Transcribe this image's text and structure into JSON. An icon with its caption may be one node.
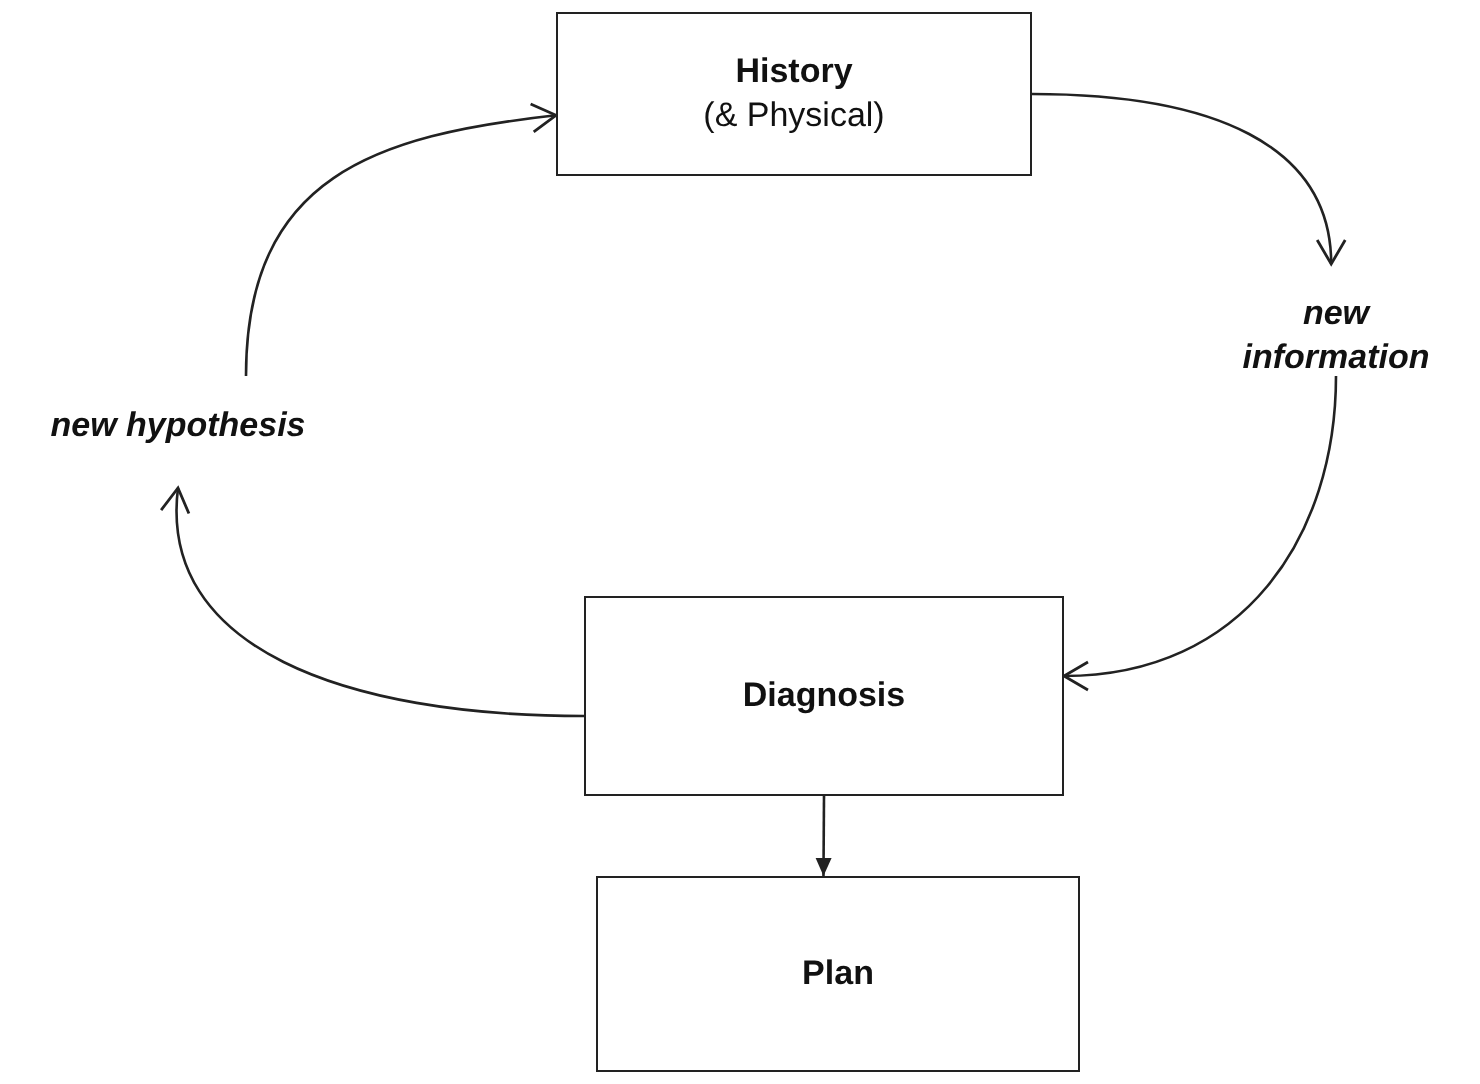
{
  "diagram": {
    "nodes": [
      {
        "text": [
          "History",
          "(& Physical)"
        ]
      },
      {
        "text": [
          "new information"
        ]
      },
      {
        "text": [
          "Diagnosis"
        ]
      },
      {
        "text": [
          "Plan"
        ]
      },
      {
        "text": [
          "new hypothesis"
        ]
      }
    ],
    "edges": [
      {
        "from": 0,
        "to": 1,
        "arrow": "to"
      },
      {
        "from": 1,
        "to": 2,
        "arrow": "to"
      },
      {
        "from": 2,
        "to": 4,
        "arrow": "to"
      },
      {
        "from": 4,
        "to": 0,
        "arrow": "to"
      },
      {
        "from": 2,
        "to": 3,
        "arrow": "to"
      }
    ]
  }
}
